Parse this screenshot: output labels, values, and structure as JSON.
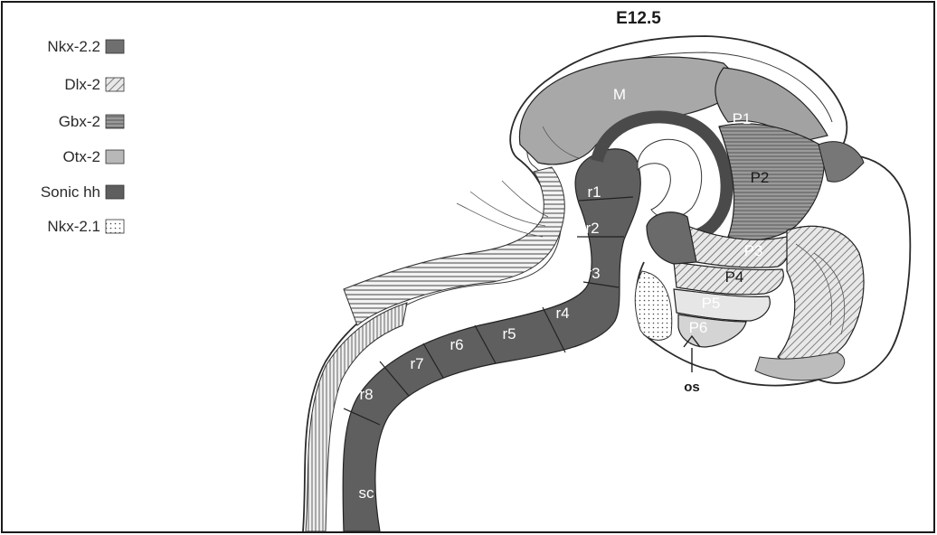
{
  "title": "E12.5",
  "legend": [
    {
      "label": "Nkx-2.2",
      "pattern": "nkx22",
      "color": "#6b6b6b"
    },
    {
      "label": "Dlx-2",
      "pattern": "dlx2",
      "color": "#bdbdbd"
    },
    {
      "label": "Gbx-2",
      "pattern": "gbx2",
      "color": "#8e8e8e"
    },
    {
      "label": "Otx-2",
      "pattern": "otx2",
      "color": "#a9a9a9"
    },
    {
      "label": "Sonic hh",
      "pattern": "shh",
      "color": "#5a5a5a"
    },
    {
      "label": "Nkx-2.1",
      "pattern": "nkx21",
      "color": "#ffffff"
    }
  ],
  "regions": {
    "M": "M",
    "P1": "P1",
    "P2": "P2",
    "P3": "P3",
    "P4": "P4",
    "P5": "P5",
    "P6": "P6",
    "r1": "r1",
    "r2": "r2",
    "r3": "r3",
    "r4": "r4",
    "r5": "r5",
    "r6": "r6",
    "r7": "r7",
    "r8": "r8",
    "sc": "sc"
  },
  "annotations": {
    "os": "os"
  }
}
